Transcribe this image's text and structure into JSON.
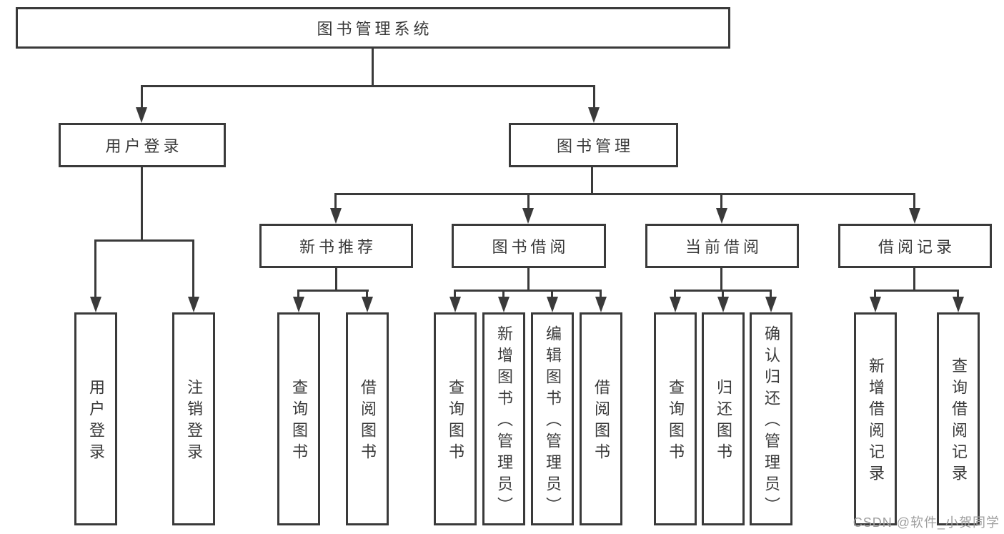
{
  "diagram": {
    "title": "图书管理系统",
    "root": {
      "label": "图书管理系统"
    },
    "level2": [
      {
        "label": "用户登录"
      },
      {
        "label": "图书管理"
      }
    ],
    "level3": [
      {
        "label": "新书推荐",
        "parent": "图书管理"
      },
      {
        "label": "图书借阅",
        "parent": "图书管理"
      },
      {
        "label": "当前借阅",
        "parent": "图书管理"
      },
      {
        "label": "借阅记录",
        "parent": "图书管理"
      }
    ],
    "leaves": [
      {
        "label": "用户登录",
        "parent": "用户登录"
      },
      {
        "label": "注销登录",
        "parent": "用户登录"
      },
      {
        "label": "查询图书",
        "parent": "新书推荐"
      },
      {
        "label": "借阅图书",
        "parent": "新书推荐"
      },
      {
        "label": "查询图书",
        "parent": "图书借阅"
      },
      {
        "label": "新增图书（管理员）",
        "parent": "图书借阅"
      },
      {
        "label": "编辑图书（管理员）",
        "parent": "图书借阅"
      },
      {
        "label": "借阅图书",
        "parent": "图书借阅"
      },
      {
        "label": "查询图书",
        "parent": "当前借阅"
      },
      {
        "label": "归还图书",
        "parent": "当前借阅"
      },
      {
        "label": "确认归还（管理员）",
        "parent": "当前借阅"
      },
      {
        "label": "新增借阅记录",
        "parent": "借阅记录"
      },
      {
        "label": "查询借阅记录",
        "parent": "借阅记录"
      }
    ]
  },
  "watermark": {
    "text": "CSDN @软件_小贺同学"
  },
  "colors": {
    "line": "#3a3a3a",
    "text": "#3a3a3a",
    "watermark": "#9e9e9e",
    "background": "#ffffff"
  }
}
